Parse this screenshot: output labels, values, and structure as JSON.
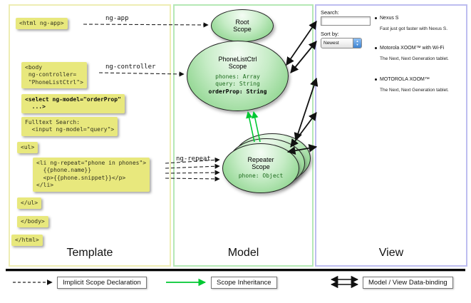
{
  "columns": {
    "template": {
      "label": "Template"
    },
    "model": {
      "label": "Model"
    },
    "view": {
      "label": "View"
    }
  },
  "code": {
    "html_open": "<html ng-app>",
    "body_open": "<body\n ng-controller=\n \"PhoneListCtrl\">",
    "select": "<select ng-model=\"orderProp\"\n  ...>",
    "search": "Fulltext Search:\n  <input ng-model=\"query\">",
    "ul_open": "<ul>",
    "li_repeat": "<li ng-repeat=\"phone in phones\">\n  {{phone.name}}\n  <p>{{phone.snippet}}</p>\n</li>",
    "ul_close": "</ul>",
    "body_close": "</body>",
    "html_close": "</html>"
  },
  "labels": {
    "ng_app": "ng-app",
    "ng_controller": "ng-controller",
    "ng_repeat": "ng-repeat"
  },
  "scopes": {
    "root": {
      "title": "Root\nScope"
    },
    "phonelist": {
      "title": "PhoneListCtrl\nScope",
      "prop1": "phones: Array",
      "prop2": "query: String",
      "prop3": "orderProp: String"
    },
    "repeater": {
      "title": "Repeater\nScope",
      "prop": "phone: Object"
    }
  },
  "view": {
    "search_label": "Search:",
    "sort_label": "Sort by:",
    "sort_value": "Newest",
    "items": [
      {
        "title": "Nexus S",
        "desc": "Fast just got faster with Nexus S."
      },
      {
        "title": "Motorola XOOM™ with Wi-Fi",
        "desc": "The Next, Next Generation tablet."
      },
      {
        "title": "MOTOROLA XOOM™",
        "desc": "The Next, Next Generation tablet."
      }
    ]
  },
  "legend": {
    "implicit": "Implicit Scope Declaration",
    "inheritance": "Scope Inheritance",
    "binding": "Model / View Data-binding"
  },
  "colors": {
    "code_box": "#e8e87d",
    "scope_green": "#79cc79",
    "inheritance_green": "#00c832",
    "arrow_black": "#111111"
  }
}
